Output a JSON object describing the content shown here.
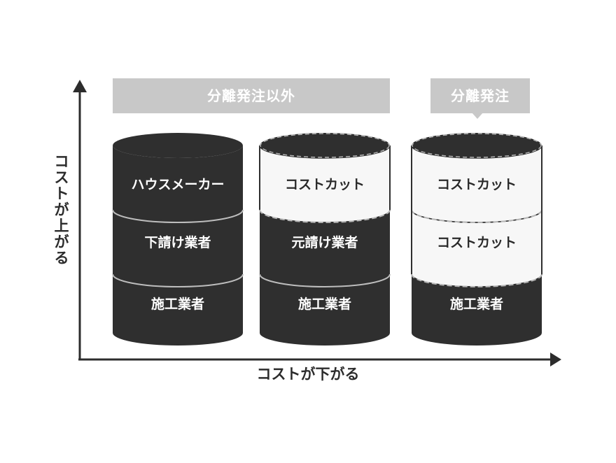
{
  "colors": {
    "dark": "#2f2f2f",
    "light": "#f7f7f7",
    "banner": "#c8c8c8",
    "axis": "#2c2c2c",
    "divider": "#bdbdbd",
    "dashed": "#b5b5b5"
  },
  "axes": {
    "y_label_chars": [
      "コ",
      "ス",
      "ト",
      "が",
      "上",
      "が",
      "る"
    ],
    "x_label": "コストが下がる"
  },
  "banners": {
    "left": "分離発注以外",
    "right": "分離発注"
  },
  "cylinders": [
    {
      "segments": [
        {
          "label": "ハウスメーカー",
          "style": "dark"
        },
        {
          "label": "下請け業者",
          "style": "dark"
        },
        {
          "label": "施工業者",
          "style": "dark"
        }
      ]
    },
    {
      "segments": [
        {
          "label": "コストカット",
          "style": "light"
        },
        {
          "label": "元請け業者",
          "style": "dark"
        },
        {
          "label": "施工業者",
          "style": "dark"
        }
      ]
    },
    {
      "segments": [
        {
          "label": "コストカット",
          "style": "light"
        },
        {
          "label": "コストカット",
          "style": "light"
        },
        {
          "label": "施工業者",
          "style": "dark"
        }
      ]
    }
  ]
}
